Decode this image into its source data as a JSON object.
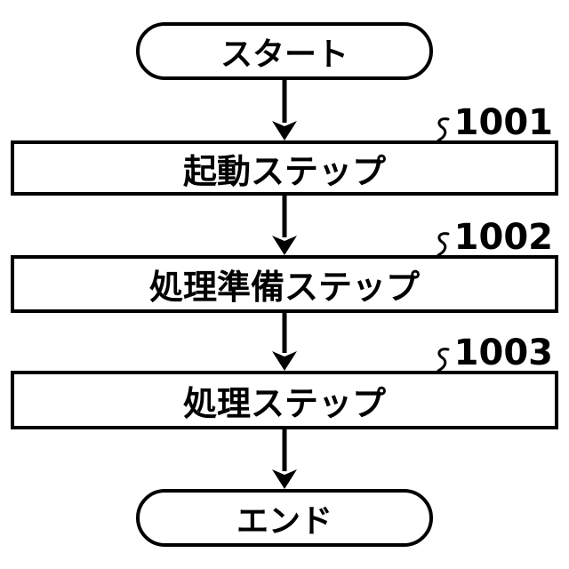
{
  "diagram": {
    "type": "flowchart",
    "background_color": "#ffffff",
    "line_color": "#000000",
    "nodes": [
      {
        "type": "terminal",
        "label": "スタート"
      },
      {
        "type": "process",
        "label": "起動ステップ",
        "ref": "1001"
      },
      {
        "type": "process",
        "label": "処理準備ステップ",
        "ref": "1002"
      },
      {
        "type": "process",
        "label": "処理ステップ",
        "ref": "1003"
      },
      {
        "type": "terminal",
        "label": "エンド"
      }
    ],
    "edges": [
      {
        "from": "スタート",
        "to": "起動ステップ"
      },
      {
        "from": "起動ステップ",
        "to": "処理準備ステップ"
      },
      {
        "from": "処理準備ステップ",
        "to": "処理ステップ"
      },
      {
        "from": "処理ステップ",
        "to": "エンド"
      }
    ]
  }
}
